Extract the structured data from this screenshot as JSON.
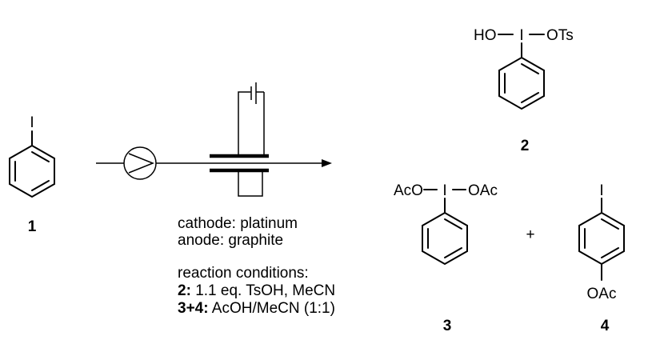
{
  "compound_1": {
    "number": "1",
    "iodine": "I"
  },
  "compound_2": {
    "number": "2",
    "left_group": "HO",
    "iodine": "I",
    "right_group": "OTs"
  },
  "compound_3": {
    "number": "3",
    "left_group": "AcO",
    "iodine": "I",
    "right_group": "OAc"
  },
  "compound_4": {
    "number": "4",
    "iodine": "I",
    "bottom_group": "OAc"
  },
  "plus_sign": "+",
  "electrodes": {
    "cathode_label": "cathode:",
    "cathode_value": "platinum",
    "anode_label": "anode:",
    "anode_value": "graphite"
  },
  "conditions": {
    "heading": "reaction conditions:",
    "rows": [
      {
        "label": "2:",
        "text": "1.1 eq. TsOH, MeCN"
      },
      {
        "label": "3+4:",
        "text": "AcOH/MeCN (1:1)"
      }
    ]
  }
}
